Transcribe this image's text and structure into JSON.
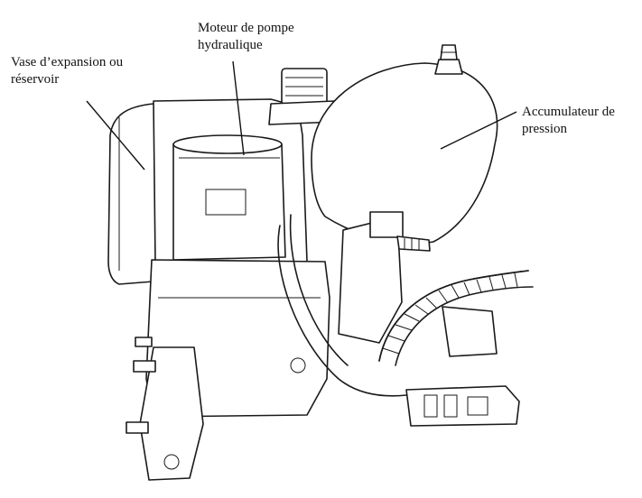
{
  "labels": {
    "reservoir": "Vase d’expansion ou\nréservoir",
    "pump_motor": "Moteur de pompe\nhydraulique",
    "accumulator": "Accumulateur de\npression"
  },
  "colors": {
    "ink": "#1a1a1a",
    "background": "#ffffff"
  }
}
